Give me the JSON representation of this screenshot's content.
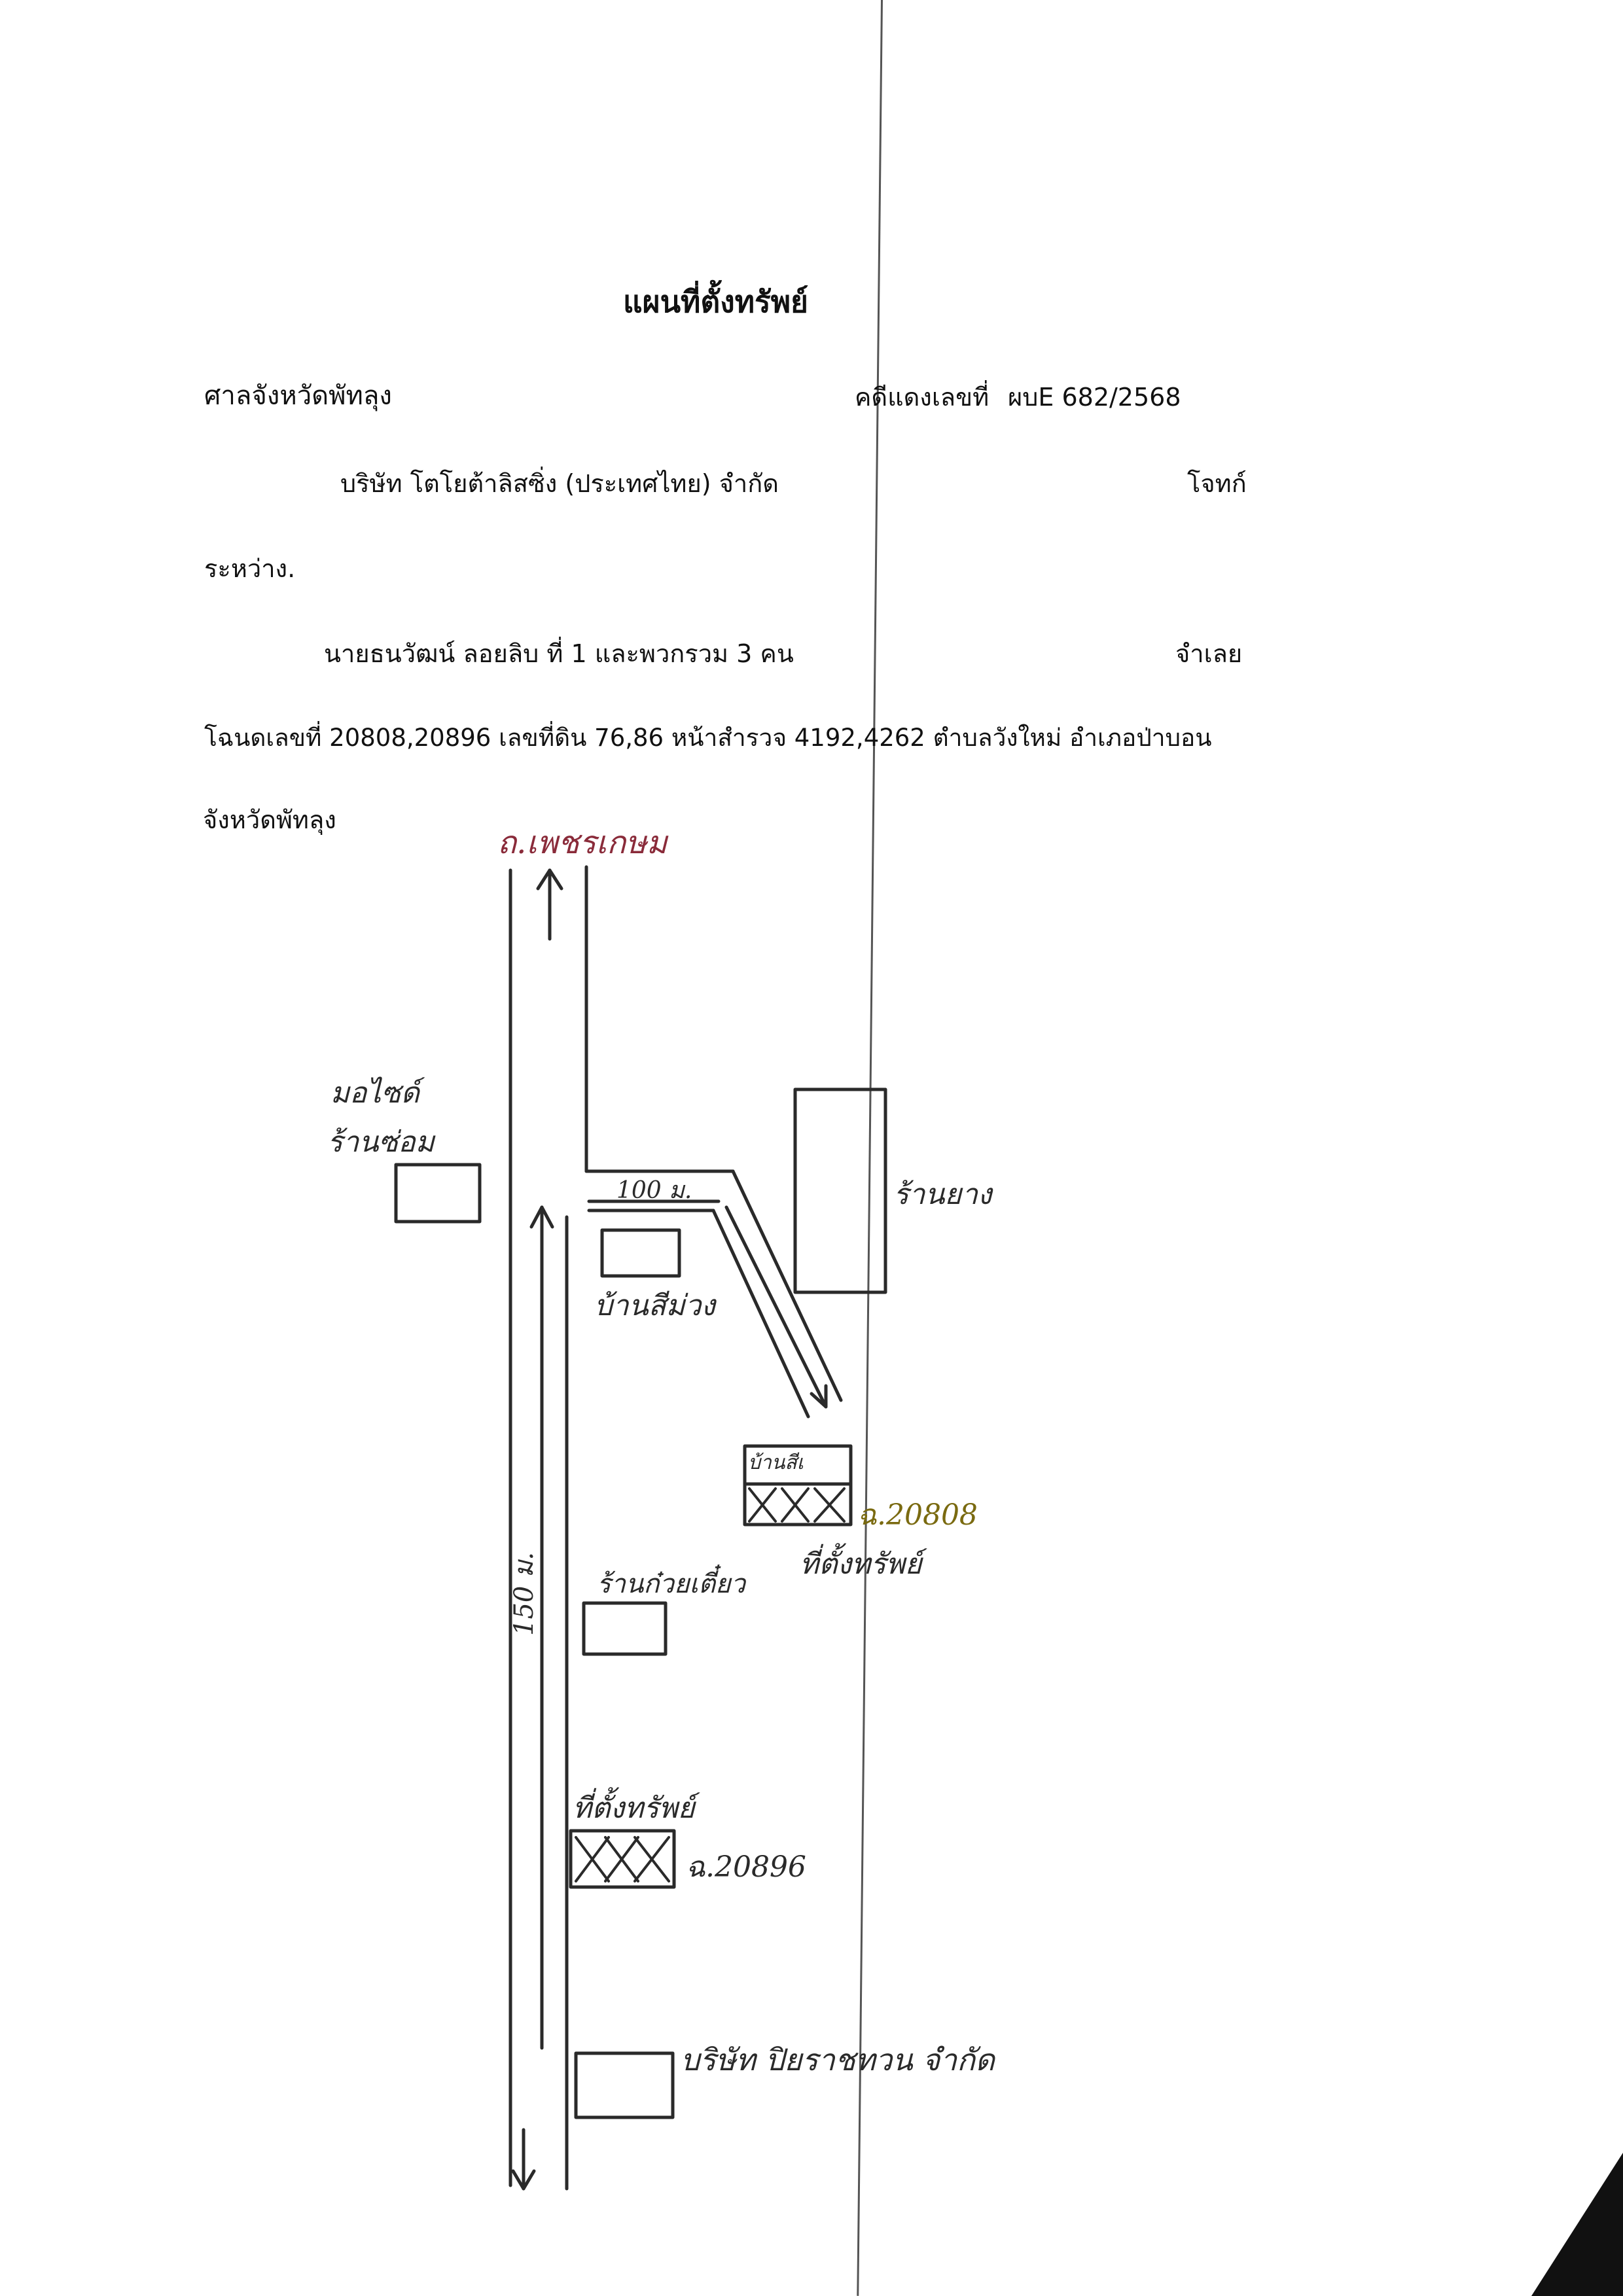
{
  "title": "แผนที่ตั้งทรัพย์",
  "header": {
    "court": "ศาลจังหวัดพัทลุง",
    "case_label": "คดีแดงเลขที่",
    "case_number": "ผบE 682/2568",
    "plaintiff_name": "บริษัท โตโยต้าลิสซิ่ง (ประเทศไทย) จำกัด",
    "plaintiff_role": "โจทก์",
    "between": "ระหว่าง.",
    "defendant_name": "นายธนวัฒน์ ลอยลิบ  ที่ 1 และพวกรวม  3  คน",
    "defendant_role": "จำเลย",
    "deed_line": "โฉนดเลขที่ 20808,20896  เลขที่ดิน  76,86  หน้าสำรวจ  4192,4262   ตำบลวังใหม่  อำเภอป่าบอน",
    "province": "จังหวัดพัทลุง"
  },
  "map": {
    "road_label": "ถ.เพชรเกษม",
    "left_shop_line1": "มอไซด์",
    "left_shop_line2": "ร้านซ่อม",
    "rubber_shop": "ร้านยาง",
    "distance_100": "100 ม.",
    "distance_150": "150 ม.",
    "house_white_1": "บ้านสีม่วง",
    "house_green": "บ้านสีเขียว",
    "house_green_inner": "บ้านสีเ",
    "plot_1_deed": "ฉ.20808",
    "plot_1_label": "ที่ตั้งทรัพย์",
    "noodle_shop": "ร้านก๋วยเตี๋ยว",
    "plot_2_label": "ที่ตั้งทรัพย์",
    "plot_2_deed": "ฉ.20896",
    "company": "บริษัท ปิยราชทวน จำกัด"
  }
}
